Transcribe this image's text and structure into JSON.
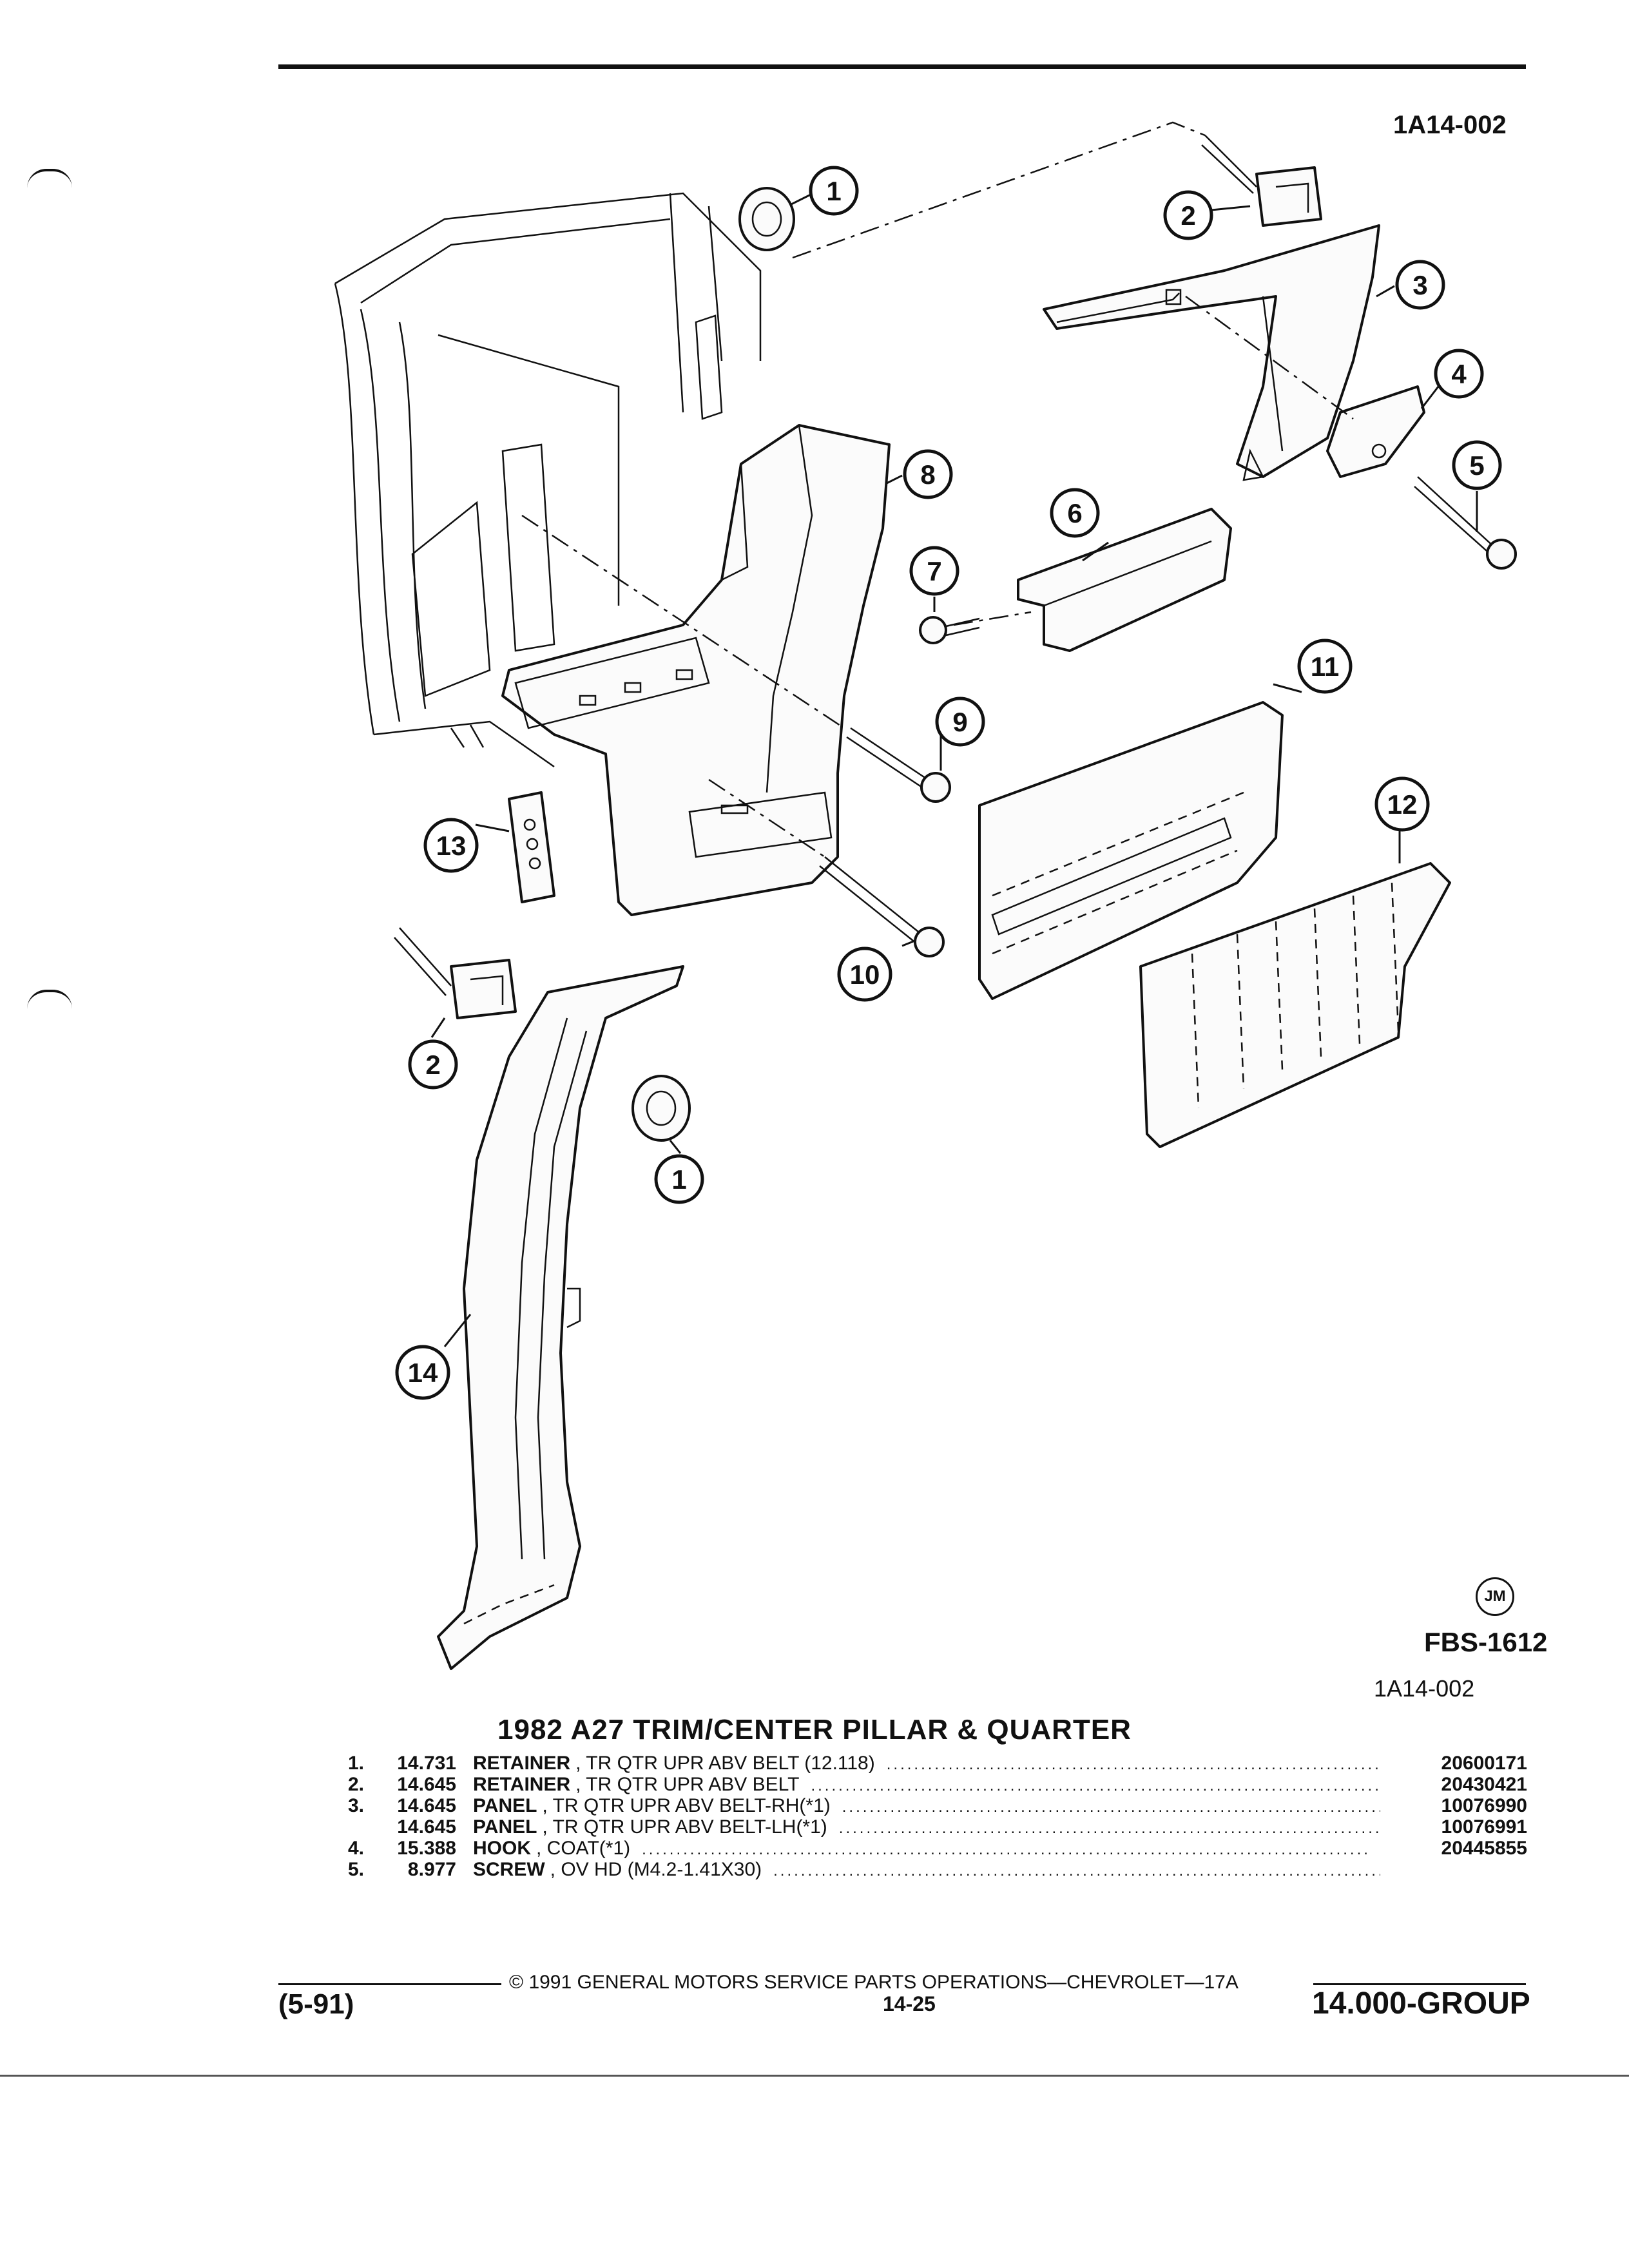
{
  "ref_top": "1A14-002",
  "fig_code": "FBS-1612",
  "ref_bottom": "1A14-002",
  "badge": "JM",
  "callouts": [
    "1",
    "2",
    "3",
    "4",
    "5",
    "6",
    "7",
    "8",
    "9",
    "10",
    "11",
    "12",
    "13",
    "14"
  ],
  "section_title": "1982 A27 TRIM/CENTER PILLAR & QUARTER",
  "parts_list": [
    {
      "index": "1.",
      "code": "14.731",
      "name": "RETAINER",
      "desc": ", TR QTR UPR ABV BELT (12.118)",
      "part_no": "20600171"
    },
    {
      "index": "2.",
      "code": "14.645",
      "name": "RETAINER",
      "desc": ", TR QTR UPR ABV BELT",
      "part_no": "20430421"
    },
    {
      "index": "3.",
      "code": "14.645",
      "name": "PANEL",
      "desc": ", TR QTR UPR ABV BELT-RH(*1)",
      "part_no": "10076990"
    },
    {
      "index": "",
      "code": "14.645",
      "name": "PANEL",
      "desc": ", TR QTR UPR ABV BELT-LH(*1)",
      "part_no": "10076991"
    },
    {
      "index": "4.",
      "code": "15.388",
      "name": "HOOK",
      "desc": ", COAT(*1)",
      "part_no": "20445855"
    },
    {
      "index": "5.",
      "code": "8.977",
      "name": "SCREW",
      "desc": ", OV HD (M4.2-1.41X30)",
      "part_no": ""
    }
  ],
  "footer": {
    "copyright": "© 1991 GENERAL MOTORS SERVICE PARTS OPERATIONS—CHEVROLET—17A",
    "date": "(5-91)",
    "page": "14-25",
    "group": "14.000-GROUP"
  }
}
